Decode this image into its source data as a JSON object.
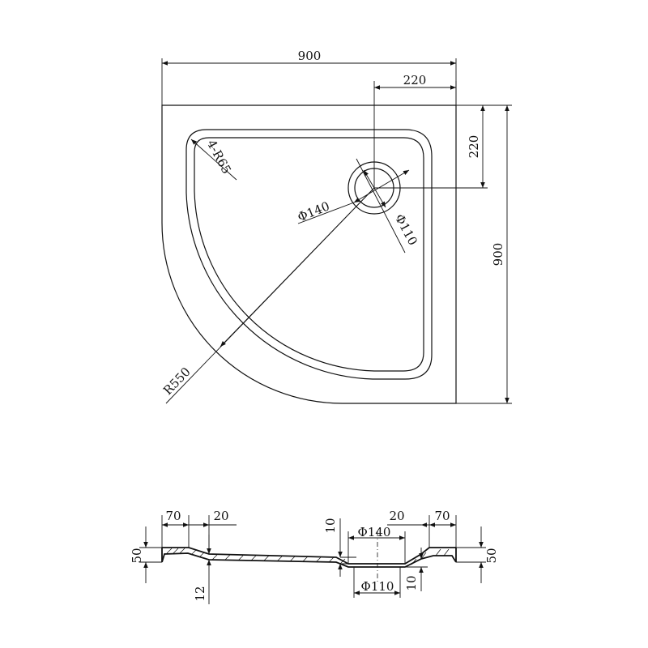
{
  "top_view": {
    "dim_width": "900",
    "dim_height": "900",
    "dim_drain_x": "220",
    "dim_drain_y": "220",
    "corner_radius": "4-R65",
    "drain_outer": "Φ140",
    "drain_inner": "Φ110",
    "radius": "R550"
  },
  "section_view": {
    "left_rim": "70",
    "left_slope": "20",
    "left_height": "50",
    "left_depth": "12",
    "drain_top_depth": "10",
    "drain_outer": "Φ140",
    "drain_inner": "Φ110",
    "drain_bottom_depth": "10",
    "right_slope": "20",
    "right_rim": "70",
    "right_height": "50"
  }
}
